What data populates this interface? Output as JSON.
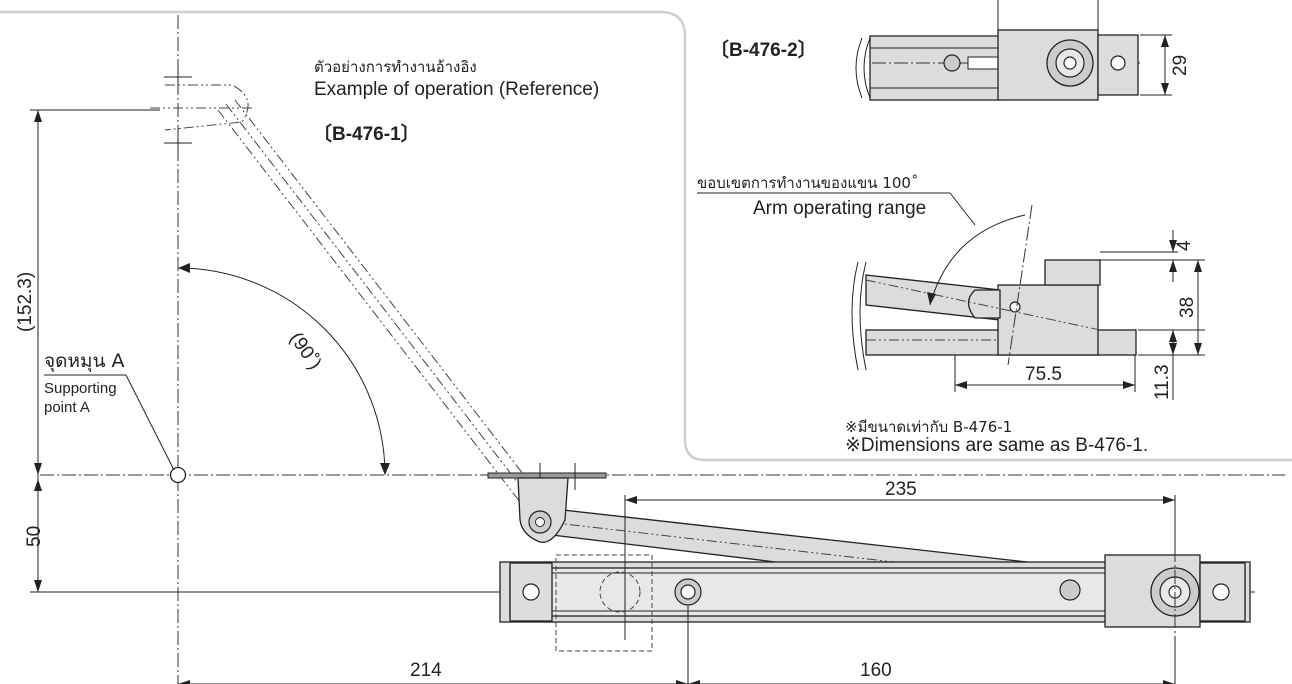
{
  "inset_panel": {
    "title_thai": "ตัวอย่างการทำงานอ้างอิง",
    "title_en": "Example of operation (Reference)",
    "model_main": "〔B-476-1〕",
    "model_alt": "〔B-476-2〕",
    "range_thai": "ขอบเขตการทำงานของแขน 100˚",
    "range_en": "Arm operating range",
    "note_thai": "※มีขนาดเท่ากับ B-476-1",
    "note_en": "※Dimensions are same as B-476-1."
  },
  "supporting_point": {
    "thai": "จุดหมุน A",
    "en_line1": "Supporting",
    "en_line2": "point A"
  },
  "dimensions": {
    "height_152": "(152.3)",
    "angle_90": "(90˚)",
    "height_50": "50",
    "len_214": "214",
    "len_160": "160",
    "len_235": "235",
    "b2_29": "29",
    "d_4": "4",
    "d_38": "38",
    "d_11_3": "11.3",
    "d_75_5": "75.5"
  }
}
